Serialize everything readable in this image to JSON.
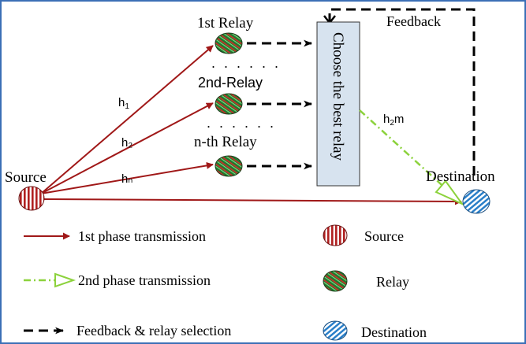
{
  "nodes": {
    "source_label": "Source",
    "destination_label": "Destination",
    "relay1_label": "1st Relay",
    "relay2_label": "2nd-Relay",
    "relayn_label": "n-th Relay",
    "selector_label": "Choose the best relay",
    "feedback_label": "Feedback"
  },
  "channels": {
    "h1_base": "h",
    "h1_sub": "1",
    "h2": "h₂",
    "hn": "hₙ",
    "h2m_base": "h",
    "h2m_sub": "2",
    "h2m_tail": "m"
  },
  "dots": ". . . . . .",
  "legend": {
    "first_phase": "1st phase transmission",
    "second_phase": "2nd phase transmission",
    "feedback": "Feedback & relay selection",
    "source": "Source",
    "relay": "Relay",
    "destination": "Destination"
  },
  "colors": {
    "first_phase": "#a01818",
    "second_phase": "#8cd23c",
    "feedback": "#000000",
    "border": "#3b6fb6",
    "selector_fill": "#d7e3ef",
    "source_fill": "#b02020",
    "relay_fill": "#1e7a2e",
    "destination_fill": "#2a7fc8"
  }
}
